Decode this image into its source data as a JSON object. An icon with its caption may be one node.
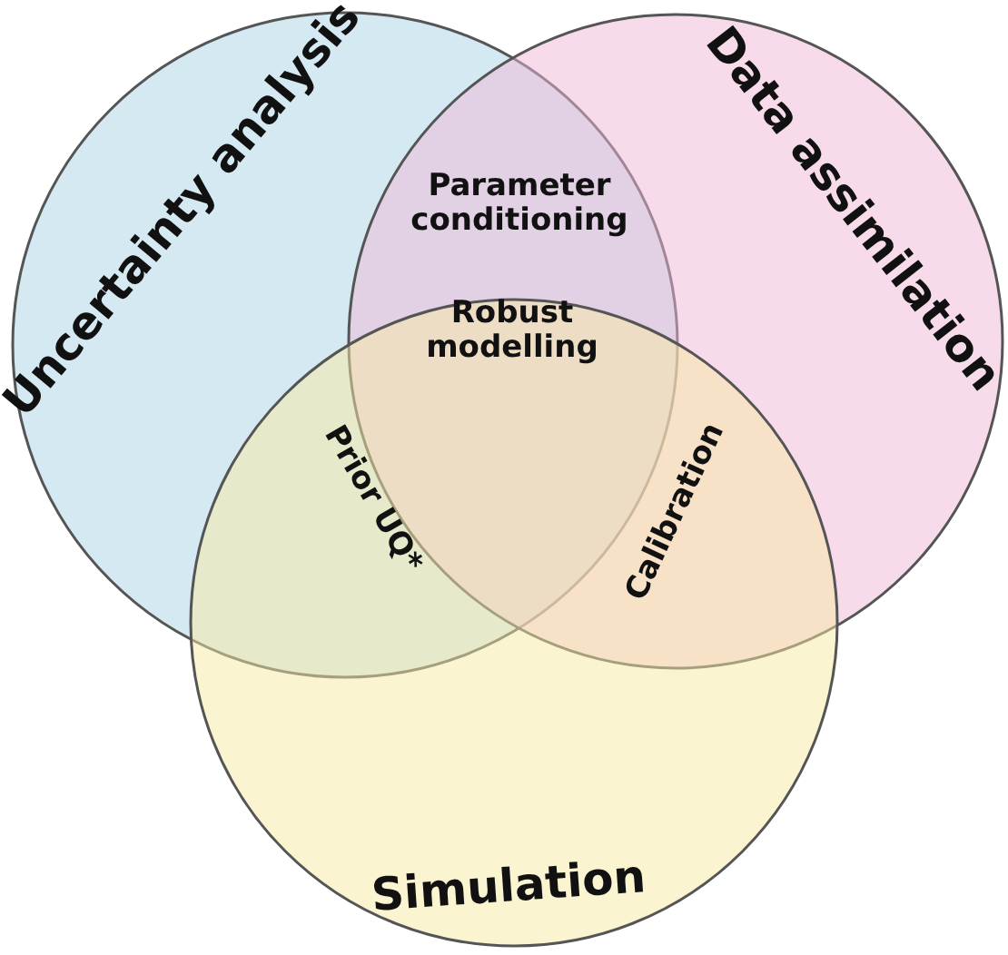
{
  "diagram": {
    "nodes": [
      {
        "text": [
          "Uncertainty analysis"
        ]
      },
      {
        "text": [
          "Data assimilation"
        ]
      },
      {
        "text": [
          "Simulation"
        ]
      }
    ],
    "labels": [
      "Parameter conditioning",
      "Robust modelling",
      "Prior UQ*",
      "Calibration"
    ]
  }
}
